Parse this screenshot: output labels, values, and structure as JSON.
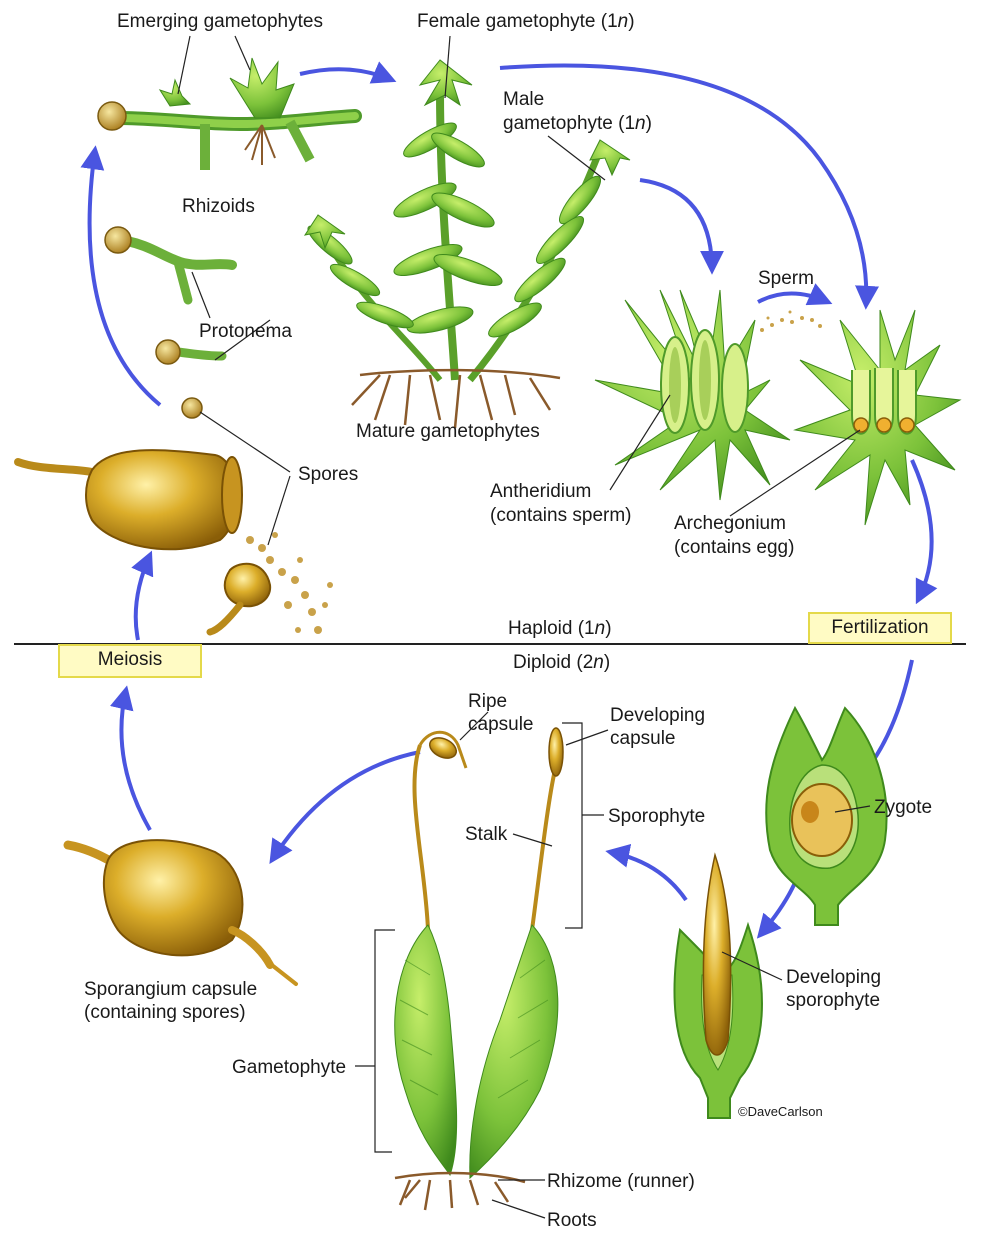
{
  "labels": {
    "emerging_gametophytes": "Emerging gametophytes",
    "female_gametophyte_pre": "Female gametophyte (1",
    "female_gametophyte_n": "n",
    "female_gametophyte_post": ")",
    "male_line1": "Male",
    "male_line2_pre": "gametophyte (1",
    "male_line2_n": "n",
    "male_line2_post": ")",
    "rhizoids": "Rhizoids",
    "protonema": "Protonema",
    "mature_gametophytes": "Mature gametophytes",
    "spores": "Spores",
    "sperm": "Sperm",
    "antheridium_line1": "Antheridium",
    "antheridium_line2": "(contains sperm)",
    "archegonium_line1": "Archegonium",
    "archegonium_line2": "(contains egg)",
    "haploid_pre": "Haploid (1",
    "haploid_n": "n",
    "haploid_post": ")",
    "diploid_pre": "Diploid (2",
    "diploid_n": "n",
    "diploid_post": ")",
    "fertilization": "Fertilization",
    "meiosis": "Meiosis",
    "ripe_line1": "Ripe",
    "ripe_line2": "capsule",
    "developing_capsule_line1": "Developing",
    "developing_capsule_line2": "capsule",
    "sporophyte": "Sporophyte",
    "stalk": "Stalk",
    "zygote": "Zygote",
    "sporangium_line1": "Sporangium capsule",
    "sporangium_line2": "(containing spores)",
    "developing_sporophyte_line1": "Developing",
    "developing_sporophyte_line2": "sporophyte",
    "gametophyte": "Gametophyte",
    "rhizome": "Rhizome (runner)",
    "roots": "Roots",
    "credit": "©DaveCarlson"
  },
  "colors": {
    "arrow": "#4a55e0",
    "leaf": "#7cc23a",
    "leaf_dark": "#3f8a1c",
    "capsule": "#d4a520",
    "capsule_dark": "#9c6e0a",
    "root": "#8a5a2b",
    "highlight_fill": "#fffbc4",
    "highlight_border": "#e4d94a"
  }
}
